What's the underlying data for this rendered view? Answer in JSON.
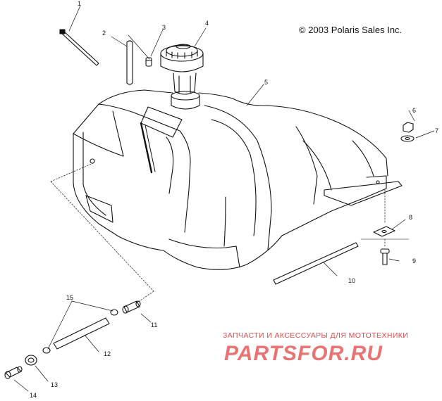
{
  "copyright": "© 2003 Polaris Sales Inc.",
  "callouts": {
    "c1": "1",
    "c2": "2",
    "c3": "3",
    "c4": "4",
    "c5": "5",
    "c6": "6",
    "c7": "7",
    "c8": "8",
    "c9": "9",
    "c10": "10",
    "c11": "11",
    "c12": "12",
    "c13": "13",
    "c14": "14",
    "c15": "15"
  },
  "watermark": {
    "caption": "ЗАПЧАСТИ И АКСЕССУАРЫ ДЛЯ МОТОТЕХНИКИ",
    "logo": "PARTSFOR.RU",
    "color": "#e24b4b"
  }
}
